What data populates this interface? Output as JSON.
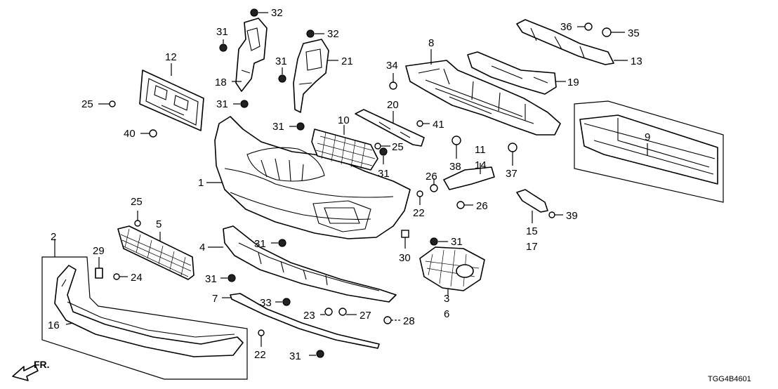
{
  "diagram_code": "TGG4B4601",
  "direction_label": "FR.",
  "callouts": {
    "c1": "1",
    "c2": "2",
    "c3": "3",
    "c4": "4",
    "c5": "5",
    "c6": "6",
    "c7": "7",
    "c8": "8",
    "c9": "9",
    "c10": "10",
    "c11": "11",
    "c12": "12",
    "c13": "13",
    "c14": "14",
    "c15": "15",
    "c16": "16",
    "c17": "17",
    "c18": "18",
    "c19": "19",
    "c20": "20",
    "c21": "21",
    "c22a": "22",
    "c22b": "22",
    "c23": "23",
    "c24": "24",
    "c25a": "25",
    "c25b": "25",
    "c25c": "25",
    "c26a": "26",
    "c26b": "26",
    "c27": "27",
    "c28": "28",
    "c29": "29",
    "c30": "30",
    "c31a": "31",
    "c31b": "31",
    "c31c": "31",
    "c31d": "31",
    "c31e": "31",
    "c31f": "31",
    "c31g": "31",
    "c31h": "31",
    "c31i": "31",
    "c32a": "32",
    "c32b": "32",
    "c33": "33",
    "c34": "34",
    "c35": "35",
    "c36": "36",
    "c37": "37",
    "c38": "38",
    "c39": "39",
    "c40": "40",
    "c41": "41"
  }
}
